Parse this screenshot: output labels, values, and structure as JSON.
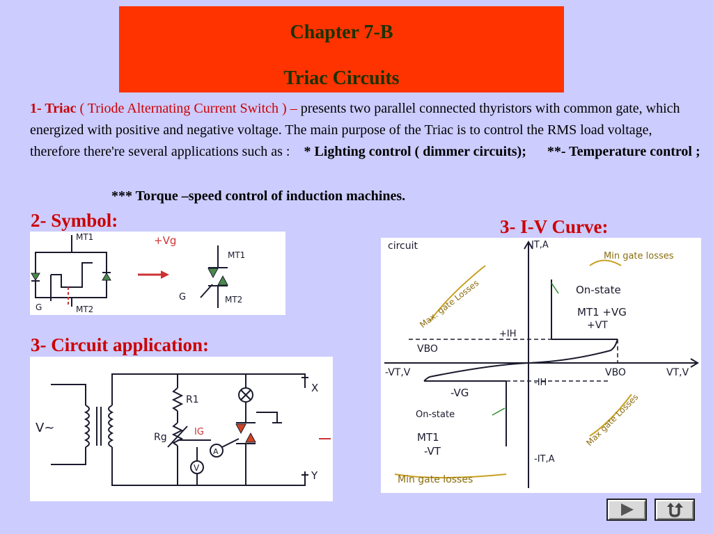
{
  "title": {
    "line1": "Chapter 7-B",
    "line2": "Triac Circuits"
  },
  "intro": {
    "num": "1- ",
    "term": "Triac",
    "expansion": " ( Triode Alternating Current Switch ) ",
    "dash": "– ",
    "text": "presents two parallel connected thyristors with common gate, which energized with positive and negative voltage. The main purpose of the Triac is to control the RMS load voltage, therefore there're several applications such as :",
    "app1": "* Lighting control ( dimmer circuits);",
    "app2": "**- Temperature control ;",
    "app3": "*** Torque –speed control of induction machines."
  },
  "sections": {
    "symbol": "2- Symbol:",
    "circuit": "3- Circuit application:",
    "iv_curve": "3-   I-V Curve:"
  },
  "symbol_labels": {
    "mt1_left": "MT1",
    "g_left": "G",
    "mt2_left": "MT2",
    "gate_voltage": "+Vg",
    "mt1_right": "MT1",
    "g_right": "G",
    "mt2_right": "MT2"
  },
  "circuit_labels": {
    "source": "V~",
    "r1": "R1",
    "rg": "Rg",
    "ig": "IG",
    "ammeter": "A",
    "voltmeter": "V",
    "x": "X",
    "y": "Y"
  },
  "iv_labels": {
    "circuit": "circuit",
    "it": "IT,A",
    "min_gate_losses_top": "Min gate losses",
    "max_gate_losses_top": "Max. gate Losses",
    "on_state_top": "On-state",
    "mt1_vg": "MT1    +VG",
    "vt_pos": "+VT",
    "ih_pos": "+IH",
    "vbo_left": "VBO",
    "vbo_right": "VBO",
    "vt_axis": "VT,V",
    "neg_vt_axis": "-VT,V",
    "ih_neg": "-IH",
    "vg_neg": "-VG",
    "on_state_bottom": "On-state",
    "mt1_bottom": "MT1",
    "vt_neg": "-VT",
    "max_gate_losses_bottom": "Max gate Losses",
    "it_neg": "-IT,A",
    "min_gate_losses_bottom": "Min gate losses"
  },
  "nav": {
    "next_icon": "play-triangle-icon",
    "home_icon": "u-turn-return-icon"
  }
}
